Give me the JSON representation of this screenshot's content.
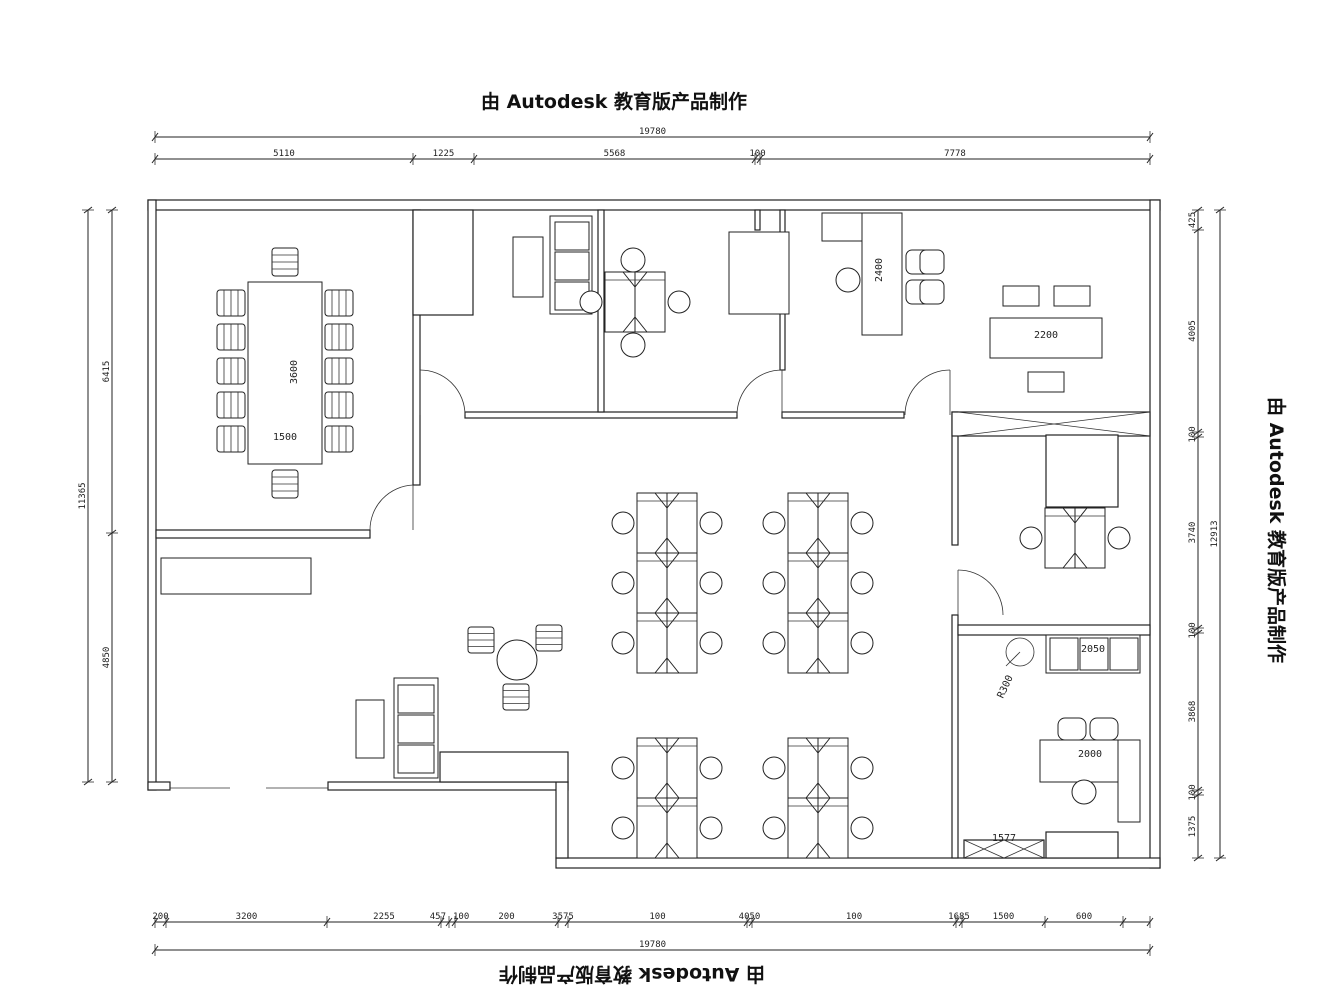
{
  "watermark": {
    "top": "由 Autodesk 教育版产品制作",
    "right": "由 Autodesk 教育版产品制作",
    "bottom": "由 Autodesk 教育版产品制作"
  },
  "dimensions": {
    "top_total": "19780",
    "top_segments": [
      "5110",
      "1225",
      "5568",
      "100",
      "7778"
    ],
    "bottom_total": "19780",
    "bottom_segments": [
      "200",
      "3200",
      "2255",
      "457",
      "100",
      "200",
      "3575",
      "100",
      "4050",
      "100",
      "1685",
      "1500",
      "600"
    ],
    "left_total": "11365",
    "left_segments": [
      "6415",
      "4850"
    ],
    "right_total": "12913",
    "right_segments": [
      "425",
      "4005",
      "100",
      "3740",
      "100",
      "3868",
      "100",
      "1375"
    ]
  },
  "room_labels": {
    "meeting_table_length": "3600",
    "meeting_table_width": "1500",
    "office_desk": "2400",
    "cabinet": "2200",
    "sofa": "2050",
    "manager_desk": "2000",
    "storage": "1577",
    "door_radius": "R300"
  }
}
